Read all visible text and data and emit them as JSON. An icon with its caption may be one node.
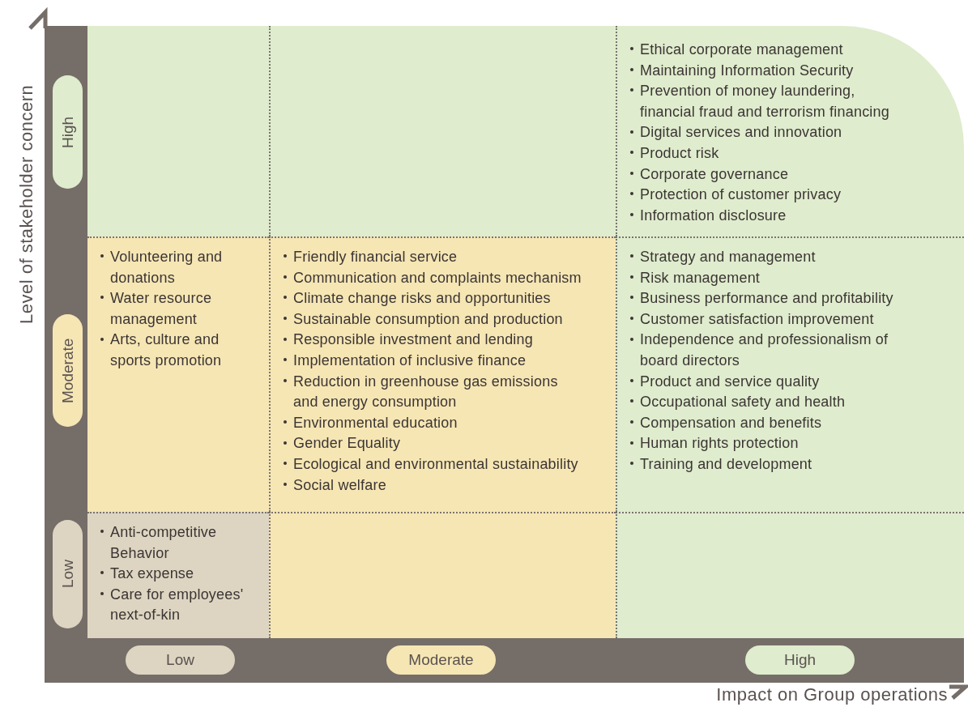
{
  "diagram": {
    "nodes": [
      {
        "text": [
          "High"
        ]
      },
      {
        "text": [],
        "shape": "box"
      },
      {
        "text": [],
        "shape": "box"
      },
      {
        "text": [
          "Ethical corporate management",
          "Maintaining Information Security",
          "Prevention of money laundering, financial fraud and terrorism financing",
          "Digital services and innovation",
          "Product risk",
          "Corporate governance",
          "Protection of customer privacy",
          "Information disclosure"
        ]
      },
      {
        "text": [
          "Moderate"
        ]
      },
      {
        "text": [
          "Volunteering and donations",
          "Water resource management",
          "Arts, culture and sports promotion"
        ]
      },
      {
        "text": [
          "Friendly financial service",
          "Communication and complaints mechanism",
          "Climate change risks and opportunities",
          "Sustainable consumption and production",
          "Responsible investment and lending",
          "Implementation of inclusive finance",
          "Reduction in greenhouse gas emissions and energy consumption",
          "Environmental education",
          "Gender Equality",
          "Ecological and environmental sustainability",
          "Social welfare"
        ]
      },
      {
        "text": [
          "Strategy and management",
          "Risk management",
          "Business performance and profitability",
          "Customer satisfaction improvement",
          "Independence and professionalism of board directors",
          "Product and service quality",
          "Occupational safety and health",
          "Compensation and benefits",
          "Human rights protection",
          "Training and development"
        ]
      },
      {
        "text": [
          "Low"
        ]
      },
      {
        "text": [
          "Anti-competitive Behavior",
          "Tax expense",
          "Care for employees' next-of-kin"
        ]
      },
      {
        "text": [],
        "shape": "box"
      },
      {
        "text": [],
        "shape": "box"
      },
      {
        "text": [
          "Low"
        ]
      },
      {
        "text": [
          "Moderate"
        ]
      },
      {
        "text": [
          "High"
        ]
      }
    ],
    "labels": [
      "Level of stakeholder concern",
      "Impact on Group operations"
    ]
  }
}
